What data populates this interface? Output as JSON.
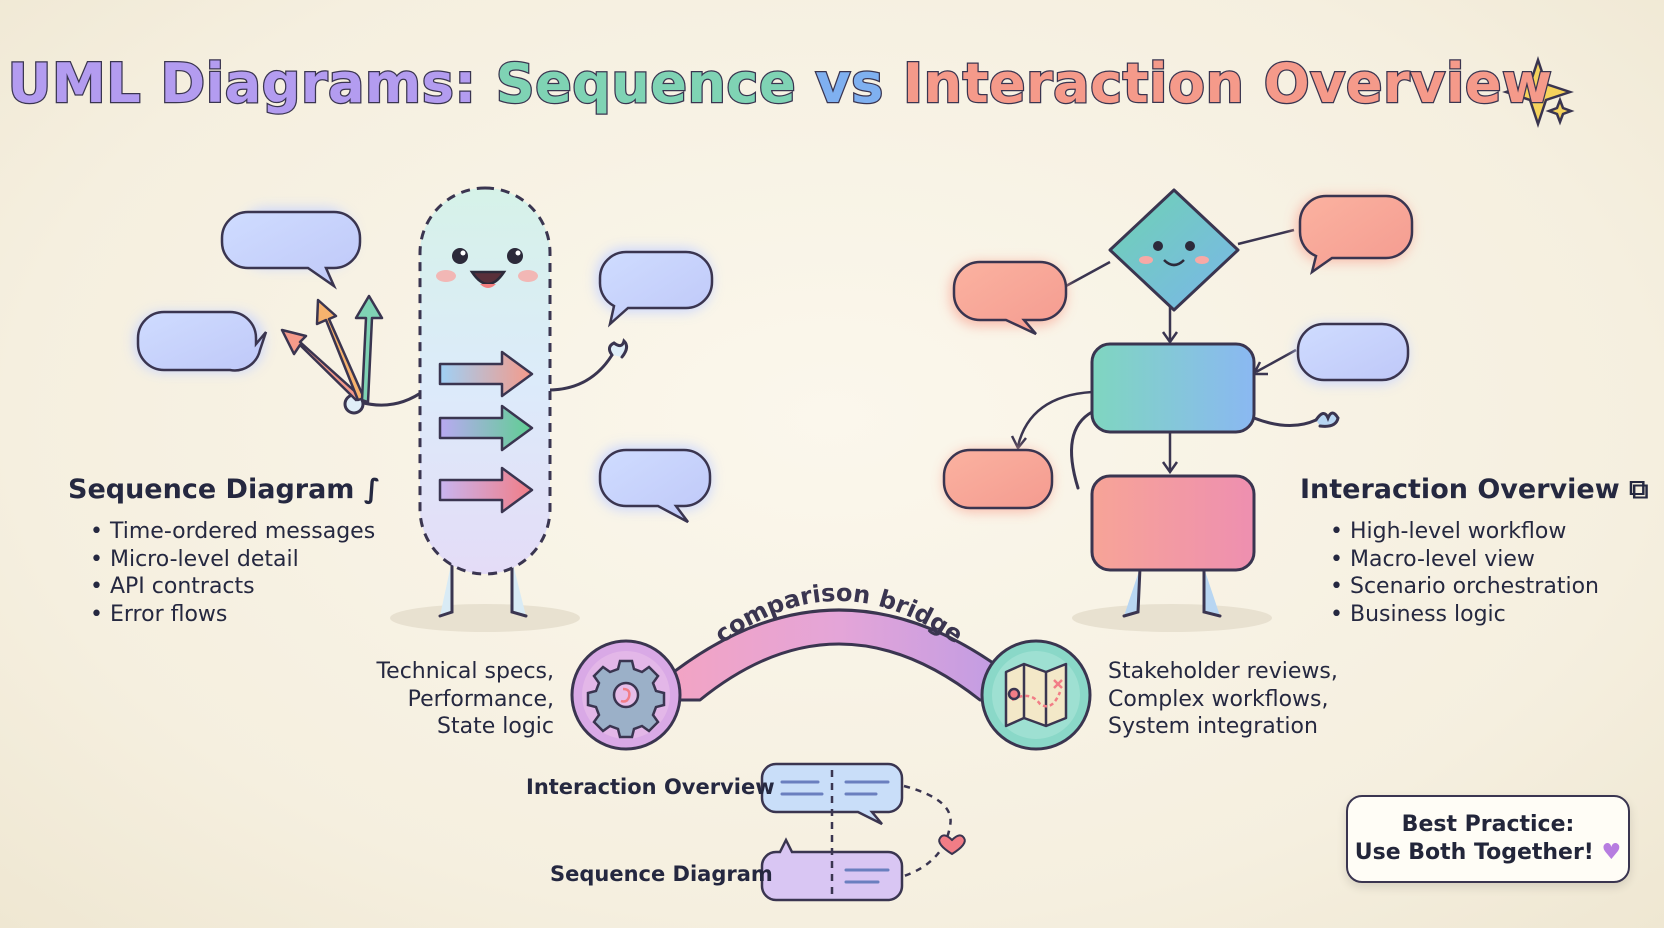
{
  "title": {
    "part1": "UML Diagrams:",
    "part2": "Sequence",
    "part3": "vs",
    "part4": "Interaction Overview"
  },
  "sequence_panel": {
    "title": "Sequence Diagram",
    "title_icon": "∫",
    "features": [
      "Time-ordered messages",
      "Micro-level detail",
      "API contracts",
      "Error flows"
    ],
    "use_cases": [
      "Technical specs,",
      "Performance,",
      "State logic"
    ]
  },
  "interaction_panel": {
    "title": "Interaction Overview",
    "title_icon": "⧉",
    "features": [
      "High-level workflow",
      "Macro-level view",
      "Scenario orchestration",
      "Business logic"
    ],
    "use_cases": [
      "Stakeholder reviews,",
      "Complex workflows,",
      "System integration"
    ]
  },
  "bridge": {
    "label": "comparison bridge",
    "left_icon": "gear-icon",
    "right_icon": "map-icon"
  },
  "legend": {
    "top_label": "Interaction Overview",
    "bottom_label": "Sequence Diagram"
  },
  "best_practice": {
    "line1": "Best Practice:",
    "line2": "Use Both Together!",
    "heart": "♥"
  },
  "colors": {
    "outline": "#3a3550",
    "lavender": "#b39cf0",
    "mint": "#7fd3b4",
    "sky": "#9cc8f5",
    "coral": "#f5998a",
    "teal": "#6fcfb8"
  }
}
